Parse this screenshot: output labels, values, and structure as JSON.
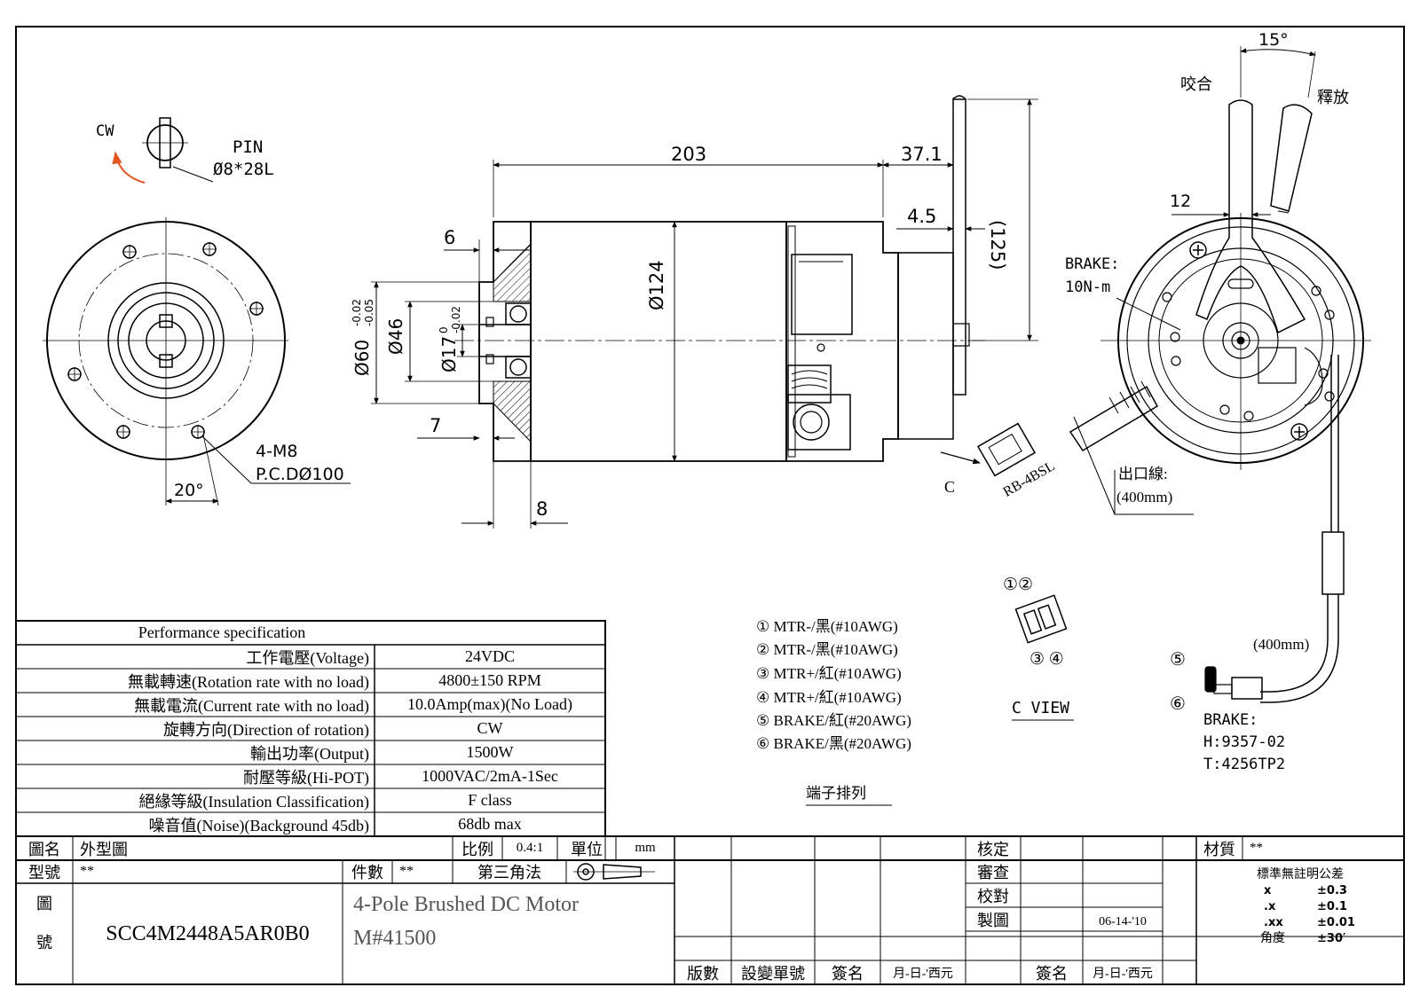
{
  "front_view": {
    "direction": "CW",
    "pin_label": "PIN",
    "pin_size": "Ø8*28L",
    "holes_label": "4-M8",
    "pcd_label": "P.C.DØ100",
    "angle": "20°"
  },
  "side_view": {
    "length": "203",
    "dim_37_1": "37.1",
    "dim_4_5": "4.5",
    "dim_125": "(125)",
    "dim_6": "6",
    "dim_7": "7",
    "dim_8": "8",
    "dia_124": "Ø124",
    "dia_60": "Ø60",
    "dia_60_tol_upper": "-0.02",
    "dia_60_tol_lower": "-0.05",
    "dia_46": "Ø46",
    "dia_17": "Ø17",
    "dia_17_tol_upper": "0",
    "dia_17_tol_lower": "-0.02"
  },
  "rear_view": {
    "angle": "15°",
    "engage": "咬合",
    "release": "釋放",
    "dim_12": "12",
    "brake_label": "BRAKE:",
    "brake_torque": "10N-m",
    "view_c": "C",
    "connector": "RB-4BSL",
    "outlet_label": "出口線:",
    "outlet_length": "(400mm)",
    "lead_length": "(400mm)",
    "brake_conn_label": "BRAKE:",
    "brake_conn_h": "H:9357-02",
    "brake_conn_t": "T:4256TP2",
    "pin5": "⑤",
    "pin6": "⑥"
  },
  "terminals": {
    "items": [
      "① MTR-/黑(#10AWG)",
      "② MTR-/黑(#10AWG)",
      "③ MTR+/紅(#10AWG)",
      "④ MTR+/紅(#10AWG)",
      "⑤ BRAKE/紅(#20AWG)",
      "⑥ BRAKE/黑(#20AWG)"
    ],
    "caption": "端子排列",
    "c_view": "C VIEW",
    "num_12": "①②",
    "num_34": "③ ④"
  },
  "spec": {
    "title": "Performance specification",
    "rows": [
      {
        "label": "工作電壓(Voltage)",
        "value": "24VDC"
      },
      {
        "label": "無載轉速(Rotation rate with no load)",
        "value": "4800±150 RPM"
      },
      {
        "label": "無載電流(Current rate with no load)",
        "value": "10.0Amp(max)(No Load)"
      },
      {
        "label": "旋轉方向(Direction of rotation)",
        "value": "CW"
      },
      {
        "label": "輸出功率(Output)",
        "value": "1500W"
      },
      {
        "label": "耐壓等級(Hi-POT)",
        "value": "1000VAC/2mA-1Sec"
      },
      {
        "label": "絕緣等級(Insulation Classification)",
        "value": "F class"
      },
      {
        "label": "噪音值(Noise)(Background 45db)",
        "value": "68db max"
      }
    ]
  },
  "title_block": {
    "drawing_name_label": "圖名",
    "drawing_name": "外型圖",
    "model_label": "型號",
    "model": "**",
    "scale_label": "比例",
    "scale": "0.4:1",
    "unit_label": "單位",
    "unit": "mm",
    "qty_label": "件數",
    "qty": "**",
    "projection": "第三角法",
    "drawing_no_label_1": "圖",
    "drawing_no_label_2": "號",
    "drawing_no": "SCC4M2448A5AR0B0",
    "description_1": "4-Pole Brushed DC Motor",
    "description_2": "M#41500",
    "check": "核定",
    "review": "審查",
    "verify": "校對",
    "drawn": "製圖",
    "drawn_date": "06-14-'10",
    "rev_no": "版數",
    "change_no": "設變單號",
    "signature": "簽名",
    "date_format": "月-日-'西元",
    "signature2": "簽名",
    "date_format2": "月-日-'西元",
    "material_label": "材質",
    "material": "**",
    "tolerance_title": "標準無註明公差",
    "tolerances": [
      {
        "k": "x",
        "v": "±0.3"
      },
      {
        "k": ".x",
        "v": "±0.1"
      },
      {
        "k": ".xx",
        "v": "±0.01"
      },
      {
        "k": "角度",
        "v": "±30′"
      }
    ]
  }
}
